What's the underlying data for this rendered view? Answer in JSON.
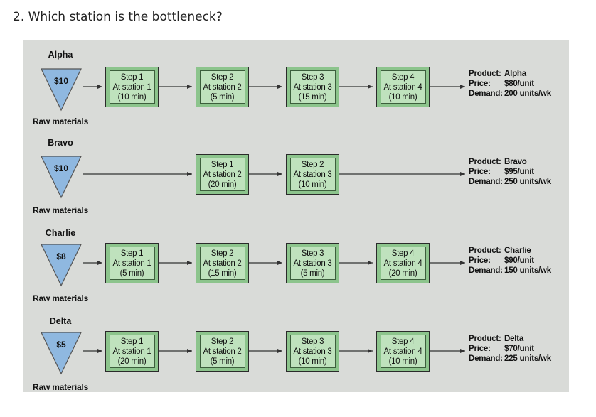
{
  "question": "2.  Which station is the bottleneck?",
  "products": [
    {
      "name": "Alpha",
      "cost": "$10",
      "raw_label": "Raw materials",
      "steps": [
        {
          "step": "Step 1",
          "station": "At station 1",
          "time": "(10 min)"
        },
        {
          "step": "Step 2",
          "station": "At station 2",
          "time": "(5 min)"
        },
        {
          "step": "Step 3",
          "station": "At station 3",
          "time": "(15 min)"
        },
        {
          "step": "Step 4",
          "station": "At station 4",
          "time": "(10 min)"
        }
      ],
      "info": {
        "product_key": "Product:",
        "product_val": "Alpha",
        "price_key": "Price:",
        "price_val": "$80/unit",
        "demand_key": "Demand:",
        "demand_val": "200 units/wk"
      }
    },
    {
      "name": "Bravo",
      "cost": "$10",
      "raw_label": "Raw materials",
      "steps": [
        {
          "step": "Step 1",
          "station": "At station 2",
          "time": "(20 min)"
        },
        {
          "step": "Step 2",
          "station": "At station 3",
          "time": "(10 min)"
        }
      ],
      "info": {
        "product_key": "Product:",
        "product_val": "Bravo",
        "price_key": "Price:",
        "price_val": "$95/unit",
        "demand_key": "Demand:",
        "demand_val": "250 units/wk"
      }
    },
    {
      "name": "Charlie",
      "cost": "$8",
      "raw_label": "Raw materials",
      "steps": [
        {
          "step": "Step 1",
          "station": "At station 1",
          "time": "(5 min)"
        },
        {
          "step": "Step 2",
          "station": "At station 2",
          "time": "(15 min)"
        },
        {
          "step": "Step 3",
          "station": "At station 3",
          "time": "(5 min)"
        },
        {
          "step": "Step 4",
          "station": "At station 4",
          "time": "(20 min)"
        }
      ],
      "info": {
        "product_key": "Product:",
        "product_val": "Charlie",
        "price_key": "Price:",
        "price_val": "$90/unit",
        "demand_key": "Demand:",
        "demand_val": "150 units/wk"
      }
    },
    {
      "name": "Delta",
      "cost": "$5",
      "raw_label": "Raw materials",
      "steps": [
        {
          "step": "Step 1",
          "station": "At station 1",
          "time": "(20 min)"
        },
        {
          "step": "Step 2",
          "station": "At station 2",
          "time": "(5 min)"
        },
        {
          "step": "Step 3",
          "station": "At station 3",
          "time": "(10 min)"
        },
        {
          "step": "Step 4",
          "station": "At station 4",
          "time": "(10 min)"
        }
      ],
      "info": {
        "product_key": "Product:",
        "product_val": "Delta",
        "price_key": "Price:",
        "price_val": "$70/unit",
        "demand_key": "Demand:",
        "demand_val": "225 units/wk"
      }
    }
  ],
  "colors": {
    "triangle_fill": "#8fb8e0",
    "step_outer": "#8cc48c",
    "step_inner": "#bfe2bd",
    "figure_bg": "#d9dbd8"
  }
}
